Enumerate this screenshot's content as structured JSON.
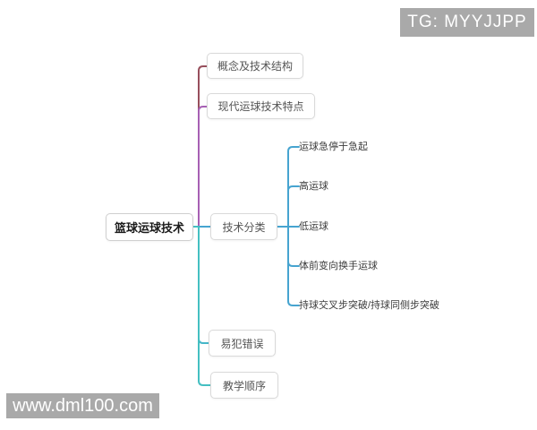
{
  "watermarks": {
    "top_right": "TG: MYYJJPP",
    "bottom_left": "www.dml100.com",
    "background_color": "#a9a9a9",
    "text_color": "#ffffff"
  },
  "mindmap": {
    "root": {
      "label": "篮球运球技术"
    },
    "branches": [
      {
        "label": "概念及技术结构",
        "color": "#974f5c"
      },
      {
        "label": "现代运球技术特点",
        "color": "#a760b4"
      },
      {
        "label": "技术分类",
        "color": "#46a4d0",
        "children": [
          "运球急停于急起",
          "高运球",
          "低运球",
          "体前变向换手运球",
          "持球交叉步突破/持球同侧步突破"
        ]
      },
      {
        "label": "易犯错误",
        "color": "#45b6c8"
      },
      {
        "label": "教学顺序",
        "color": "#44bfc2"
      }
    ],
    "node_border_color": "#d9d9d9"
  }
}
